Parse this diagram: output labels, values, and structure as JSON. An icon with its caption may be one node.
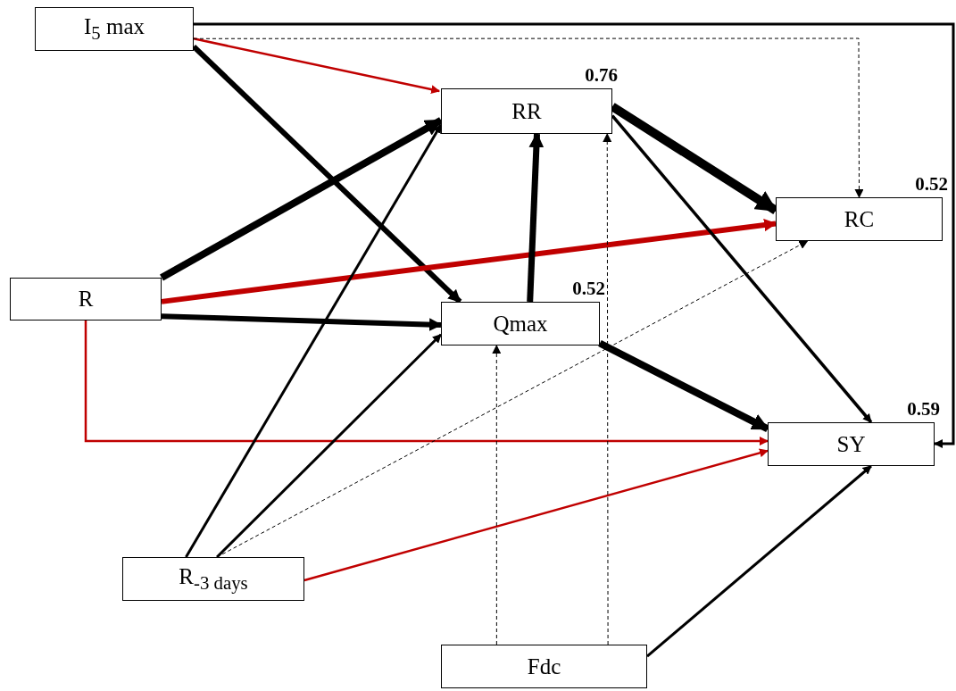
{
  "diagram": {
    "nodes": [
      {
        "text": [
          "I$_{5}$ max"
        ]
      },
      {
        "text": [
          "RR"
        ],
        "beside": [
          "0.76"
        ]
      },
      {
        "text": [
          "RC"
        ],
        "beside": [
          "0.52"
        ]
      },
      {
        "text": [
          "R"
        ]
      },
      {
        "text": [
          "Qmax"
        ],
        "beside": [
          "0.52"
        ]
      },
      {
        "text": [
          "SY"
        ],
        "beside": [
          "0.59"
        ]
      },
      {
        "text": [
          "R$_{-3 days}$"
        ]
      },
      {
        "text": [
          "Fdc"
        ]
      }
    ],
    "edges": [
      {
        "from": 0,
        "to": 5,
        "arrow": "to"
      },
      {
        "from": 0,
        "to": 1,
        "arrow": "to",
        "color": "#c00000"
      },
      {
        "from": 0,
        "to": 2,
        "arrow": "to",
        "style": "dashed"
      },
      {
        "from": 0,
        "to": 4,
        "arrow": "to",
        "style": "thick"
      },
      {
        "from": 3,
        "to": 1,
        "arrow": "to",
        "style": "thick"
      },
      {
        "from": 3,
        "to": 2,
        "arrow": "to",
        "style": "thick",
        "color": "#c00000"
      },
      {
        "from": 3,
        "to": 4,
        "arrow": "to",
        "style": "thick"
      },
      {
        "from": 3,
        "to": 5,
        "arrow": "to",
        "color": "#c00000"
      },
      {
        "from": 6,
        "to": 1,
        "arrow": "to"
      },
      {
        "from": 6,
        "to": 4,
        "arrow": "to"
      },
      {
        "from": 6,
        "to": 2,
        "arrow": "to",
        "style": "dashed"
      },
      {
        "from": 6,
        "to": 5,
        "arrow": "to",
        "color": "#c00000"
      },
      {
        "from": 7,
        "to": 4,
        "arrow": "to",
        "style": "dashed"
      },
      {
        "from": 7,
        "to": 1,
        "arrow": "to",
        "style": "dashed"
      },
      {
        "from": 7,
        "to": 5,
        "arrow": "to"
      },
      {
        "from": 4,
        "to": 1,
        "arrow": "to",
        "style": "thick"
      },
      {
        "from": 4,
        "to": 5,
        "arrow": "to",
        "style": "thick"
      },
      {
        "from": 1,
        "to": 2,
        "arrow": "to",
        "style": "thick"
      },
      {
        "from": 1,
        "to": 5,
        "arrow": "to"
      }
    ]
  }
}
